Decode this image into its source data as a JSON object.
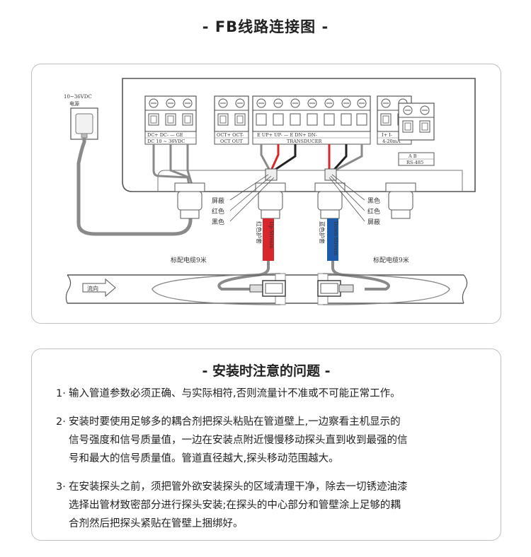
{
  "title": "- FB线路连接图 -",
  "diagram": {
    "power_label_voltage": "10~36VDC",
    "power_label_name": "电源",
    "block1_top": "DC+  DC-  —  GE",
    "block1_bottom": "DC  10 ~ 36VDC",
    "block2_top": "OCT+ OCT-",
    "block2_bottom": "OCT OUT",
    "block3_top": "E   UP+   UP-   —   E   DN+   DN-",
    "block3_bottom": "TRANSDUCER",
    "block4_top": "I+    I-",
    "block4_bottom": "4-20mA",
    "block5_top": "A    B",
    "block5_bottom": "RS-485",
    "left_wire_labels": [
      "屏蔽",
      "红色",
      "黑色"
    ],
    "right_wire_labels": [
      "黑色",
      "红色",
      "屏蔽"
    ],
    "up_cable_cn": "红色护套",
    "up_cable_en": "Up-Stream",
    "down_cable_cn": "蓝色护套",
    "down_cable_en": "Down-Stream",
    "cable_note_left": "标配电缆9米",
    "cable_note_right": "标配电缆9米",
    "flow_label": "流向"
  },
  "notes": {
    "title": "- 安装时注意的问题 -",
    "items": [
      {
        "num": "1·",
        "lines": [
          "输入管道参数必须正确、与实际相符,否则流量计不准或不可能正常工作。"
        ]
      },
      {
        "num": "2·",
        "lines": [
          "安装时要使用足够多的耦合剂把探头粘贴在管道壁上,一边察看主机显示的",
          "信号强度和信号质量值，一边在安装点附近慢慢移动探头直到收到最强的信",
          "号和最大的信号质量值。管道直径越大,探头移动范围越大。"
        ]
      },
      {
        "num": "3·",
        "lines": [
          "在安装探头之前，须把管外欲安装探头的区域清理干净，除去一切锈迹油漆",
          "选择出管材致密部分进行探头安装;在探头的中心部分和管壁涂上足够的耦",
          "合剂然后把探头紧贴在管壁上捆绑好。"
        ]
      }
    ]
  },
  "colors": {
    "red_sheath": "#d9262b",
    "blue_sheath": "#1e5aa8",
    "wire_gray": "#8a8a8a",
    "outline": "#555555"
  }
}
